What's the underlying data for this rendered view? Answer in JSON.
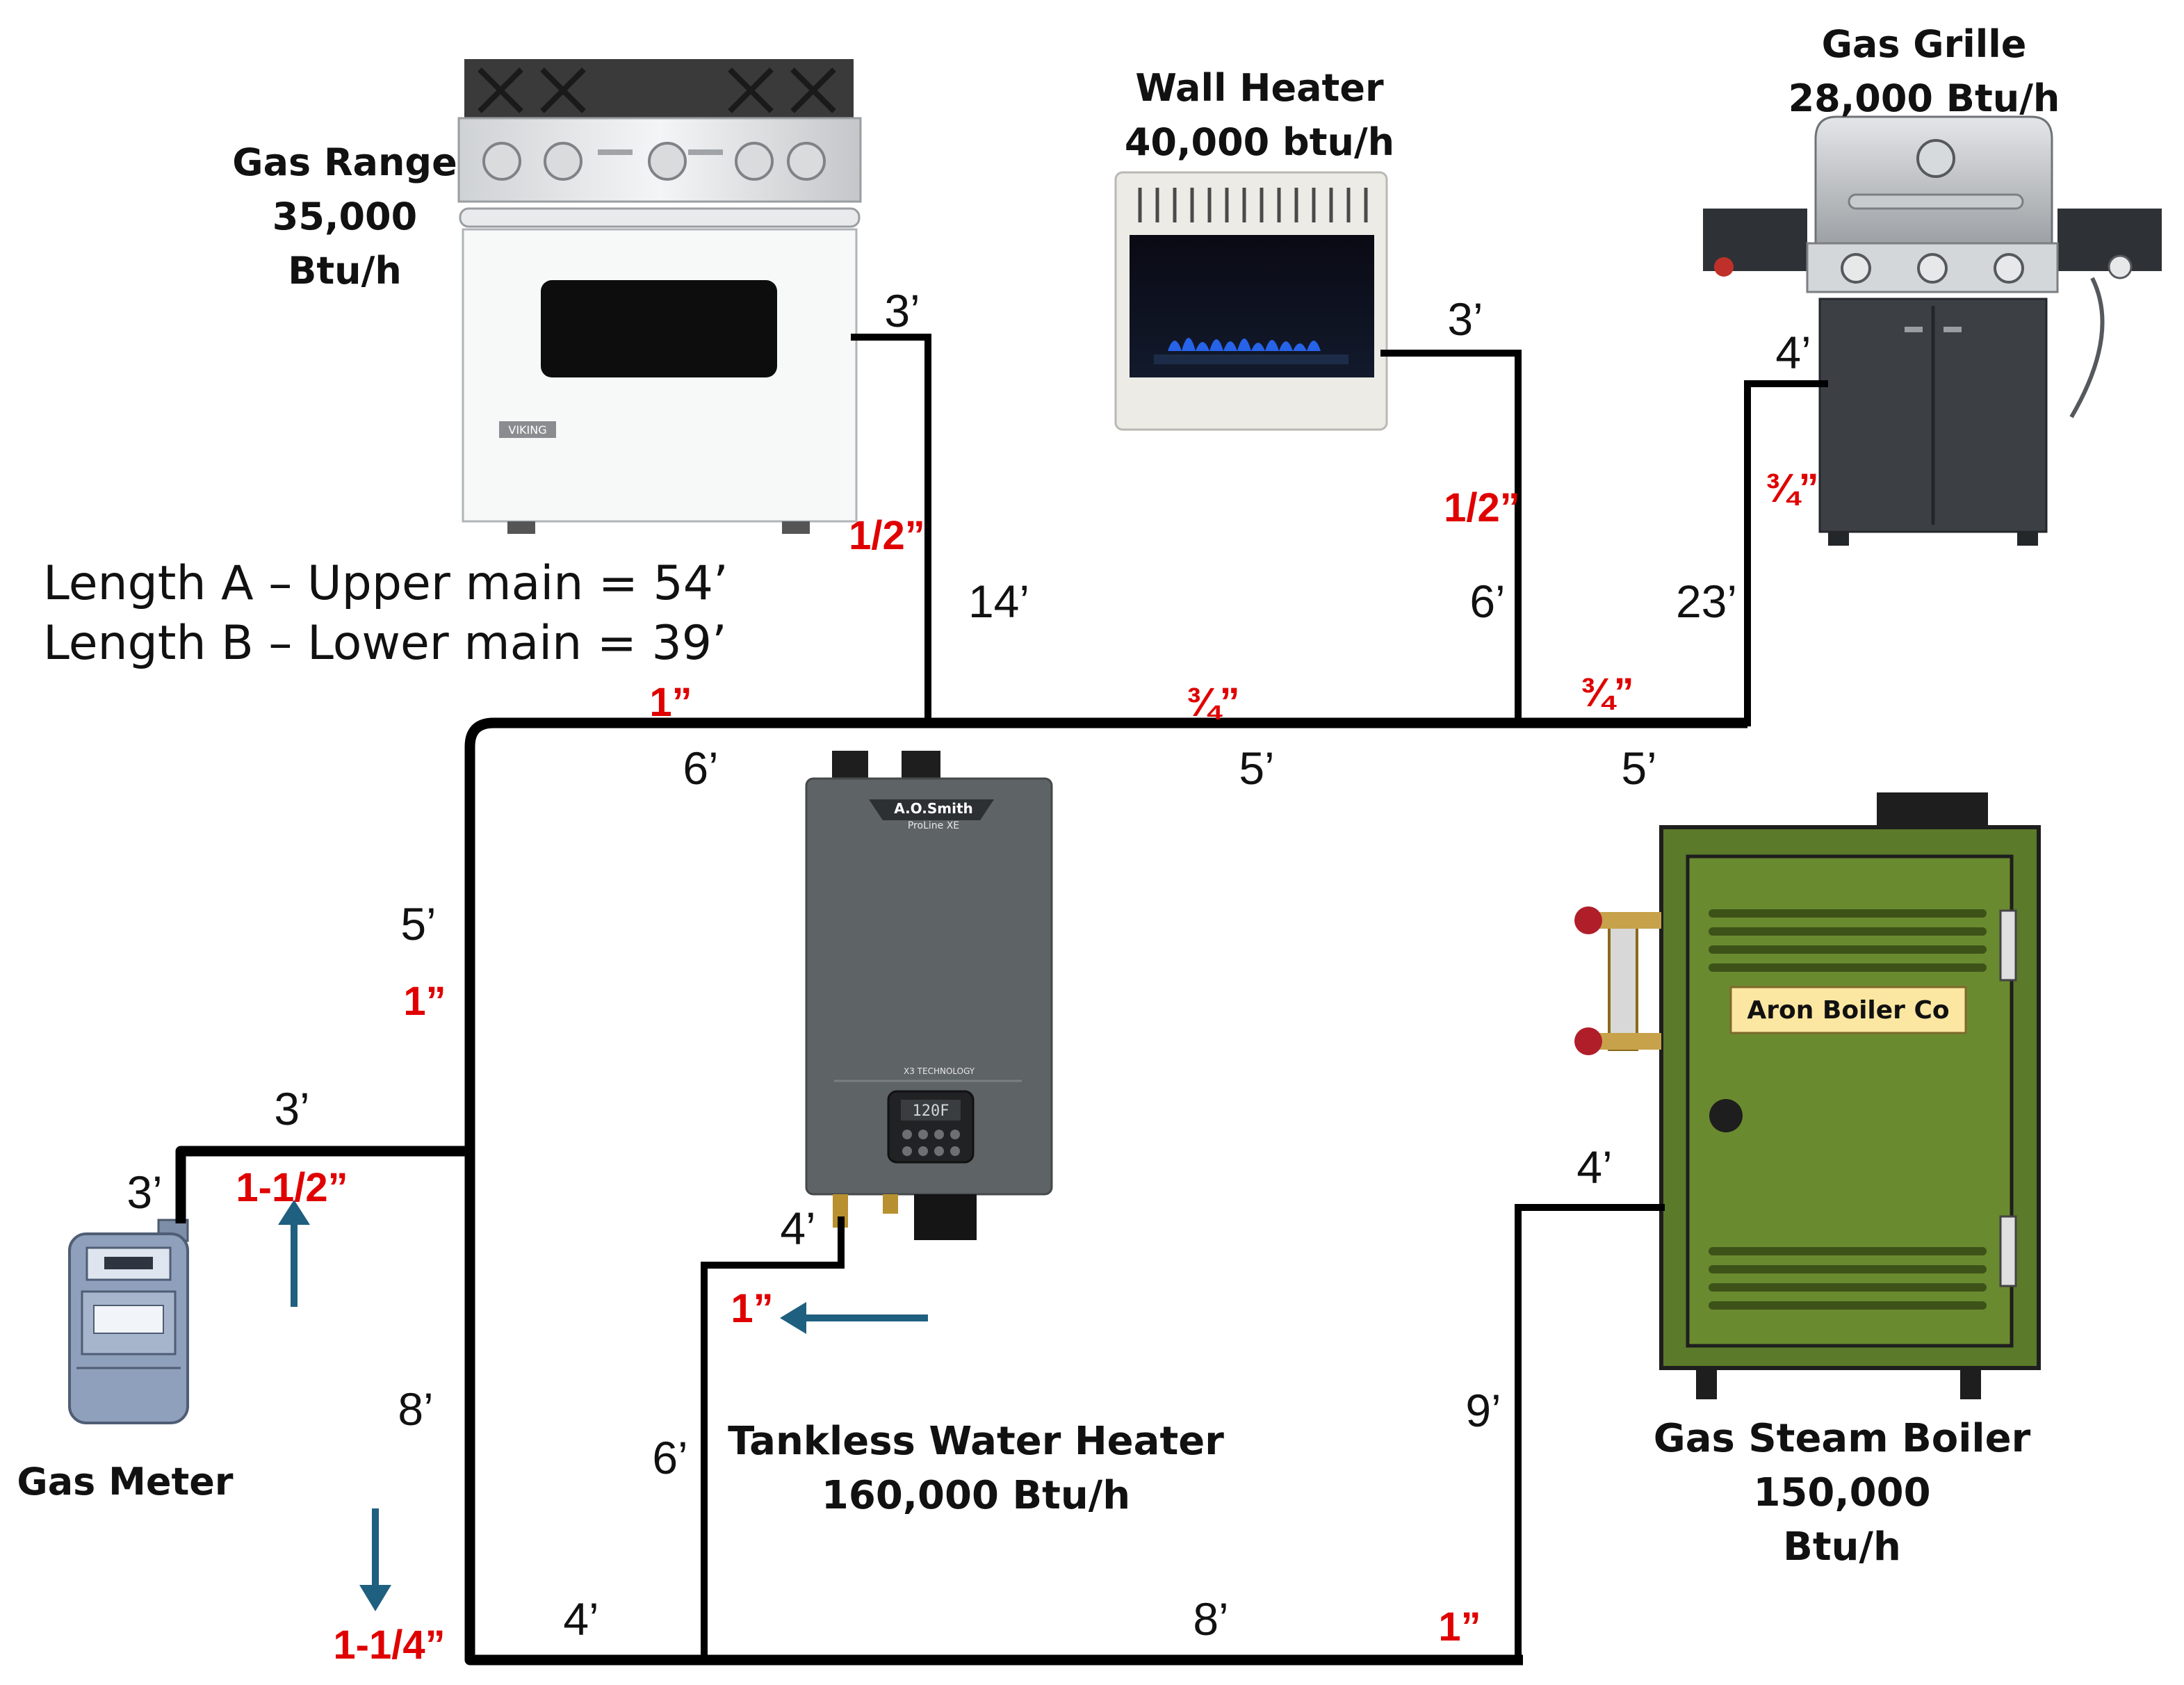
{
  "appliances": {
    "gas_range": {
      "line1": "Gas Range",
      "line2": "35,000",
      "line3": "Btu/h",
      "brand": "VIKING"
    },
    "wall_heater": {
      "line1": "Wall Heater",
      "line2": "40,000 btu/h"
    },
    "gas_grille": {
      "line1": "Gas Grille",
      "line2": "28,000 Btu/h"
    },
    "water_heater": {
      "line1": "Tankless Water Heater",
      "line2": "160,000 Btu/h",
      "brand": "A.O.Smith",
      "model": "ProLine XE",
      "display": "120F",
      "tech": "X3 TECHNOLOGY"
    },
    "boiler": {
      "line1": "Gas Steam Boiler",
      "line2": "150,000",
      "line3": "Btu/h",
      "plate": "Aron Boiler Co"
    },
    "meter": {
      "line1": "Gas Meter"
    }
  },
  "legend": {
    "length_a": "Length A – Upper main = 54’",
    "length_b": "Length B – Lower main = 39’"
  },
  "lengths": {
    "range_drop_top": "3’",
    "range_drop": "14’",
    "wall_drop_top": "3’",
    "wall_drop": "6’",
    "grille_drop_top": "4’",
    "grille_drop": "23’",
    "upper_seg1": "6’",
    "upper_seg2": "5’",
    "upper_seg3": "5’",
    "riser_upper": "5’",
    "meter_horizontal": "3’",
    "meter_vertical": "3’",
    "riser_lower": "8’",
    "lower_seg1": "4’",
    "lower_seg2": "8’",
    "wh_branch_top": "4’",
    "wh_branch": "6’",
    "boiler_branch_top": "4’",
    "boiler_branch": "9’"
  },
  "sizes": {
    "range_branch": "1/2”",
    "wall_branch": "1/2”",
    "grille_branch": "¾”",
    "upper_seg1": "1”",
    "upper_seg2": "¾”",
    "upper_seg3": "¾”",
    "riser_upper": "1”",
    "meter_line": "1-1/2”",
    "riser_lower": "1-1/4”",
    "wh_branch": "1”",
    "lower_main": "1”"
  },
  "colors": {
    "pipe": "#000000",
    "size_label": "#e00000",
    "flow_arrow": "#1f5f7f",
    "boiler_body": "#5b7a2a",
    "boiler_plate": "#fbe7a1",
    "heater_body": "#5e6366"
  }
}
